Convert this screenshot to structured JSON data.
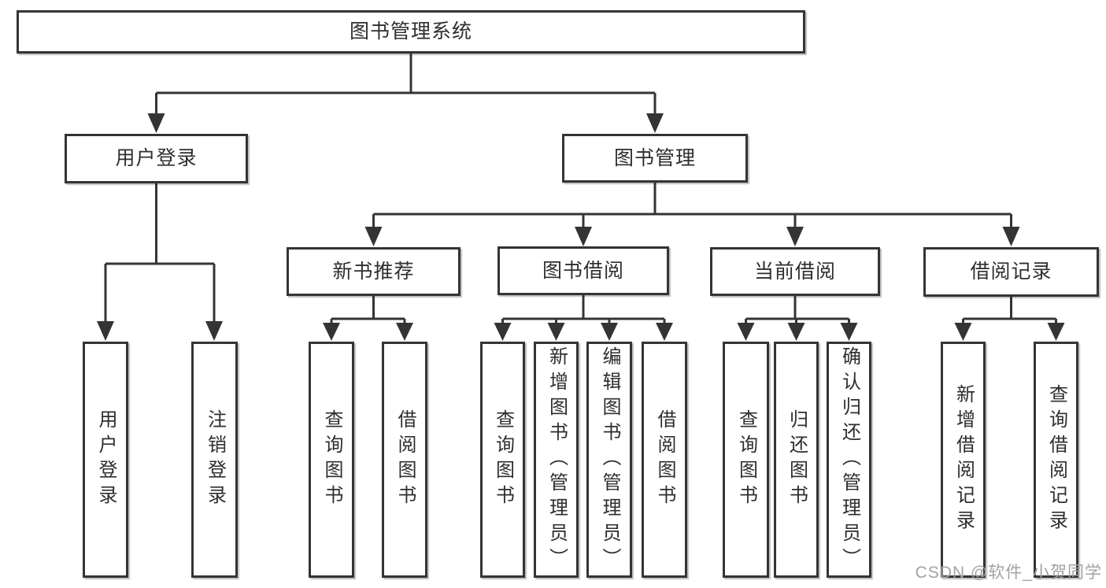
{
  "diagram": {
    "type": "tree-function-structure",
    "colors": {
      "background": "#ffffff",
      "line": "#343434",
      "box_border": "#343434",
      "text": "#2e2e2e",
      "watermark_text": "#a2a2a2"
    },
    "root": {
      "label": "图书管理系统"
    },
    "level2": [
      {
        "label": "用户登录",
        "parent": "图书管理系统"
      },
      {
        "label": "图书管理",
        "parent": "图书管理系统"
      }
    ],
    "level3": [
      {
        "label": "新书推荐",
        "parent": "图书管理"
      },
      {
        "label": "图书借阅",
        "parent": "图书管理"
      },
      {
        "label": "当前借阅",
        "parent": "图书管理"
      },
      {
        "label": "借阅记录",
        "parent": "图书管理"
      }
    ],
    "leaves": [
      {
        "label": "用户登录",
        "parent": "用户登录"
      },
      {
        "label": "注销登录",
        "parent": "用户登录"
      },
      {
        "label": "查询图书",
        "parent": "新书推荐"
      },
      {
        "label": "借阅图书",
        "parent": "新书推荐"
      },
      {
        "label": "查询图书",
        "parent": "图书借阅"
      },
      {
        "label": "新增图书（管理员）",
        "parent": "图书借阅"
      },
      {
        "label": "编辑图书（管理员）",
        "parent": "图书借阅"
      },
      {
        "label": "借阅图书",
        "parent": "图书借阅"
      },
      {
        "label": "查询图书",
        "parent": "当前借阅"
      },
      {
        "label": "归还图书",
        "parent": "当前借阅"
      },
      {
        "label": "确认归还（管理员）",
        "parent": "当前借阅"
      },
      {
        "label": "新增借阅记录",
        "parent": "借阅记录"
      },
      {
        "label": "查询借阅记录",
        "parent": "借阅记录"
      }
    ],
    "watermark": "CSDN @软件_小贺同学"
  }
}
